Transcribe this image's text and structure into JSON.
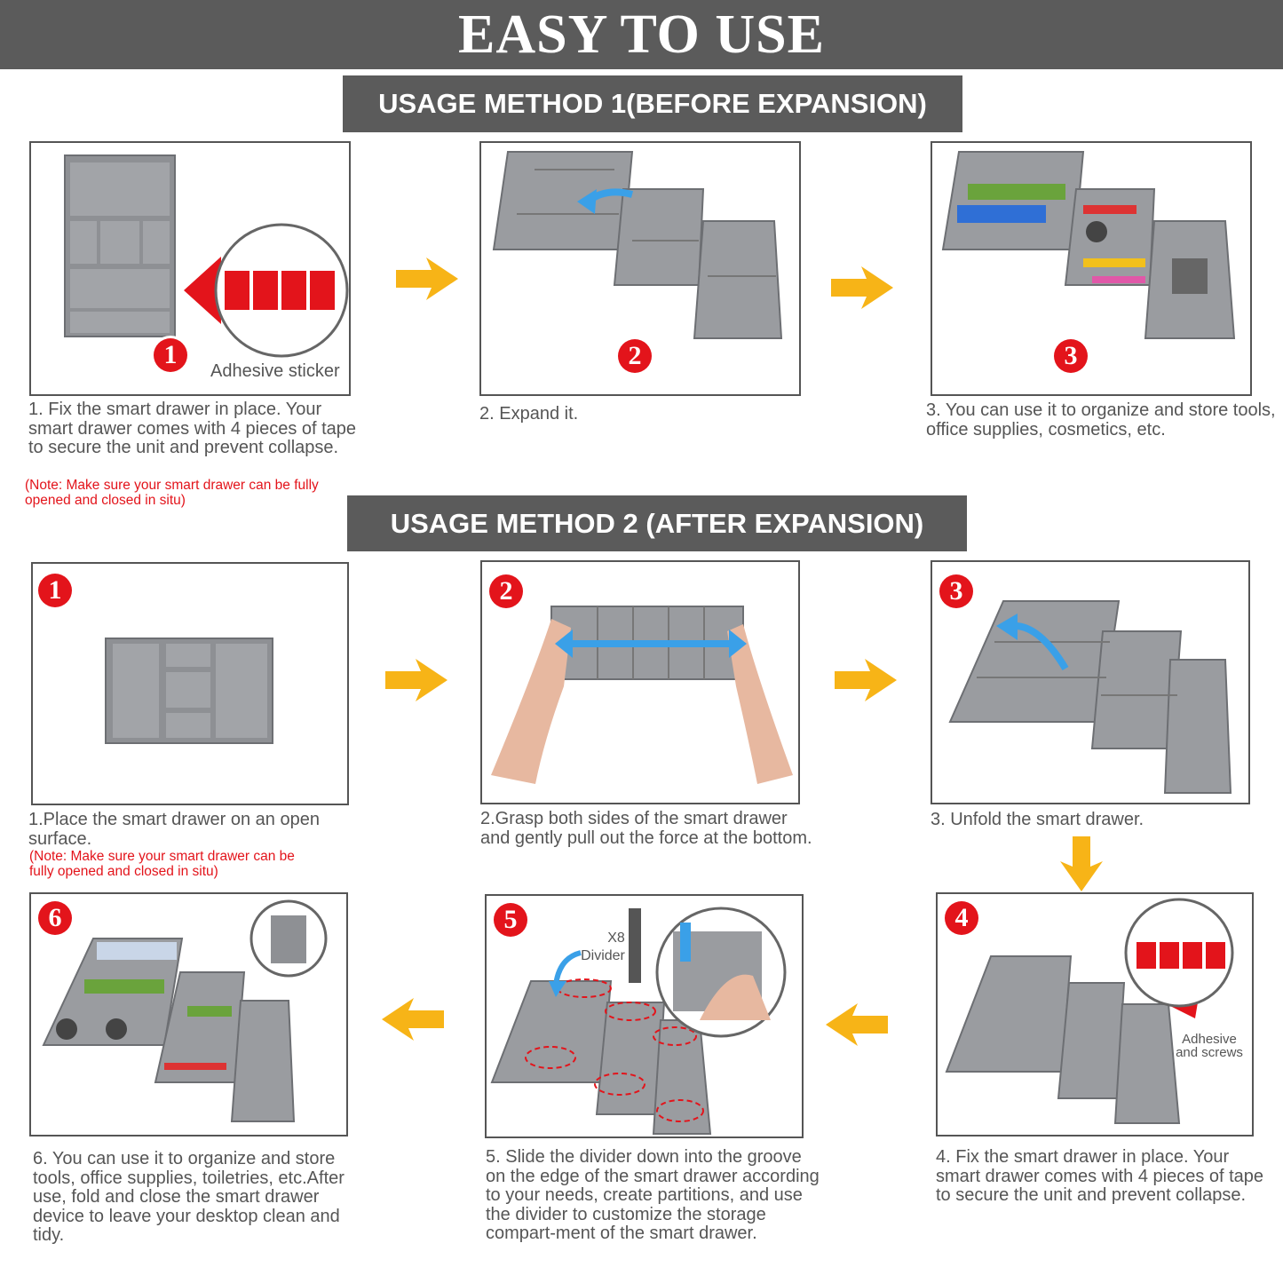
{
  "header": {
    "title": "EASY TO USE"
  },
  "method1": {
    "title": "USAGE METHOD 1(BEFORE EXPANSION)",
    "steps": [
      {
        "badge": "1",
        "label": "Adhesive sticker",
        "caption": "1. Fix the smart drawer in place. Your smart drawer comes with 4 pieces of tape to secure the unit and prevent collapse.",
        "note": "(Note: Make sure your smart drawer can be fully opened and closed in situ)"
      },
      {
        "badge": "2",
        "caption": "2. Expand it."
      },
      {
        "badge": "3",
        "caption": "3. You can use it to organize and store tools, office supplies, cosmetics, etc."
      }
    ]
  },
  "method2": {
    "title": "USAGE METHOD 2 (AFTER EXPANSION)",
    "steps": [
      {
        "badge": "1",
        "caption": "1.Place the smart drawer on an open surface.",
        "note": "(Note: Make sure your smart drawer can be fully opened and closed in situ)"
      },
      {
        "badge": "2",
        "caption": "2.Grasp both sides of the smart drawer and gently pull out the force at the bottom."
      },
      {
        "badge": "3",
        "caption": "3. Unfold the smart drawer."
      },
      {
        "badge": "4",
        "label_line1": "Adhesive",
        "label_line2": "and screws",
        "caption": "4. Fix the smart drawer in place. Your smart drawer comes with 4 pieces of tape to secure the unit and prevent collapse."
      },
      {
        "badge": "5",
        "count_label": "X8",
        "divider_label": "Divider",
        "caption": "5.  Slide the divider down into the groove on the edge of the smart drawer according to your needs, create partitions, and use the divider to customize the storage compart-ment of the smart drawer."
      },
      {
        "badge": "6",
        "caption": "6. You can use it to organize and store tools, office supplies, toiletries, etc.After use, fold and close the smart drawer device to leave your desktop clean and tidy."
      }
    ]
  },
  "colors": {
    "banner": "#5b5b5b",
    "badge": "#e3141b",
    "arrow": "#f7b417",
    "drawer": "#8e9094",
    "blue_arrow": "#3aa0e8"
  }
}
